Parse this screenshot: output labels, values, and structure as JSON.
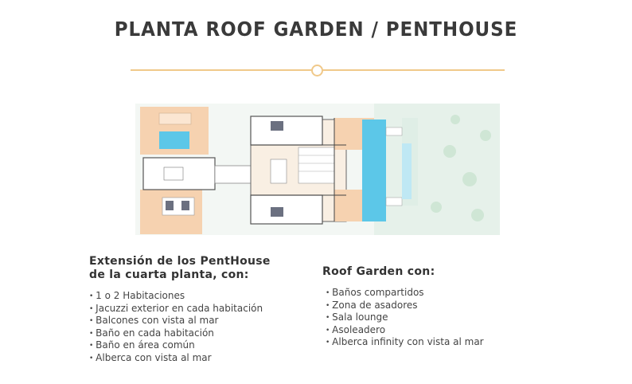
{
  "title": "PLANTA ROOF GARDEN / PENTHOUSE",
  "left_block": {
    "heading": "Extensión de los  PentHouse\nde la cuarta planta, con:",
    "items": [
      "1 o 2 Habitaciones",
      "Jacuzzi exterior en cada habitación",
      "Balcones con vista al mar",
      "Baño en cada habitación",
      "Baño en área común",
      "Alberca con vista al mar"
    ]
  },
  "right_block": {
    "heading": "Roof Garden con:",
    "items": [
      "Baños compartidos",
      "Zona de asadores",
      "Sala lounge",
      "Asoleadero",
      "Alberca infinity con vista al mar"
    ]
  },
  "colors": {
    "accent": "#f0c98a",
    "deck": "#f6d2b0",
    "pool": "#5cc7e8",
    "green": "#cfe6d5"
  }
}
